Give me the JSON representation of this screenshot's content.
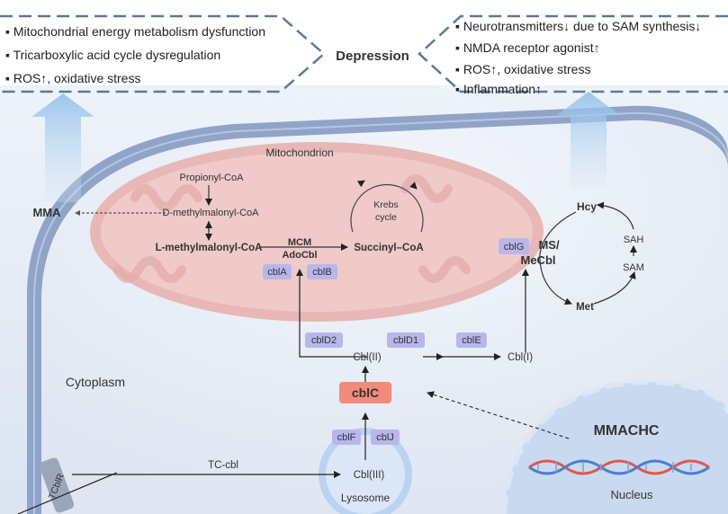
{
  "left_box": {
    "items": [
      "Mitochondrial energy metabolism dysfunction",
      "Tricarboxylic acid cycle dysregulation",
      "ROS↑, oxidative stress"
    ]
  },
  "center": {
    "title": "Depression"
  },
  "right_box": {
    "items": [
      "Neurotransmitters↓ due to SAM synthesis↓",
      "NMDA receptor agonist↑",
      "ROS↑, oxidative stress",
      "Inflammation↑"
    ]
  },
  "mitochondrion": {
    "label": "Mitochondrion",
    "propionyl": "Propionyl-CoA",
    "d_methyl": "D-methylmalonyl-CoA",
    "l_methyl": "L-methylmalonyl-CoA",
    "mcm": "MCM",
    "adocbl": "AdoCbl",
    "succinyl": "Succinyl–CoA",
    "krebs1": "Krebs",
    "krebs2": "cycle"
  },
  "mma": "MMA",
  "methionine_cycle": {
    "hcy": "Hcy",
    "ms": "MS/",
    "mecbl": "MeCbl",
    "sah": "SAH",
    "sam": "SAM",
    "met": "Met"
  },
  "proteins": {
    "cblA": "cblA",
    "cblB": "cblB",
    "cblG": "cblG",
    "cblD2": "cblD2",
    "cblD1": "cblD1",
    "cblE": "cblE",
    "cblF": "cblF",
    "cblJ": "cblJ",
    "cblC": "cblC"
  },
  "cobalamin": {
    "cbl2": "Cbl(II)",
    "cbl1": "Cbl(I)",
    "cbl3": "Cbl(III)",
    "tc_cbl": "TC-cbl",
    "tcblr": "TCblR"
  },
  "regions": {
    "cytoplasm": "Cytoplasm",
    "lysosome": "Lysosome",
    "nucleus": "Nucleus",
    "mmachc": "MMACHC"
  },
  "colors": {
    "cell_fill": "#e4eaf5",
    "membrane": "#8fa4c8",
    "mito_fill": "#ecc3c1",
    "pill": "#b9b6ec",
    "cblC_fill": "#f28b7c",
    "nucleus_fill": "#c9daf0",
    "arrow_blue": "#9fc6ee"
  }
}
